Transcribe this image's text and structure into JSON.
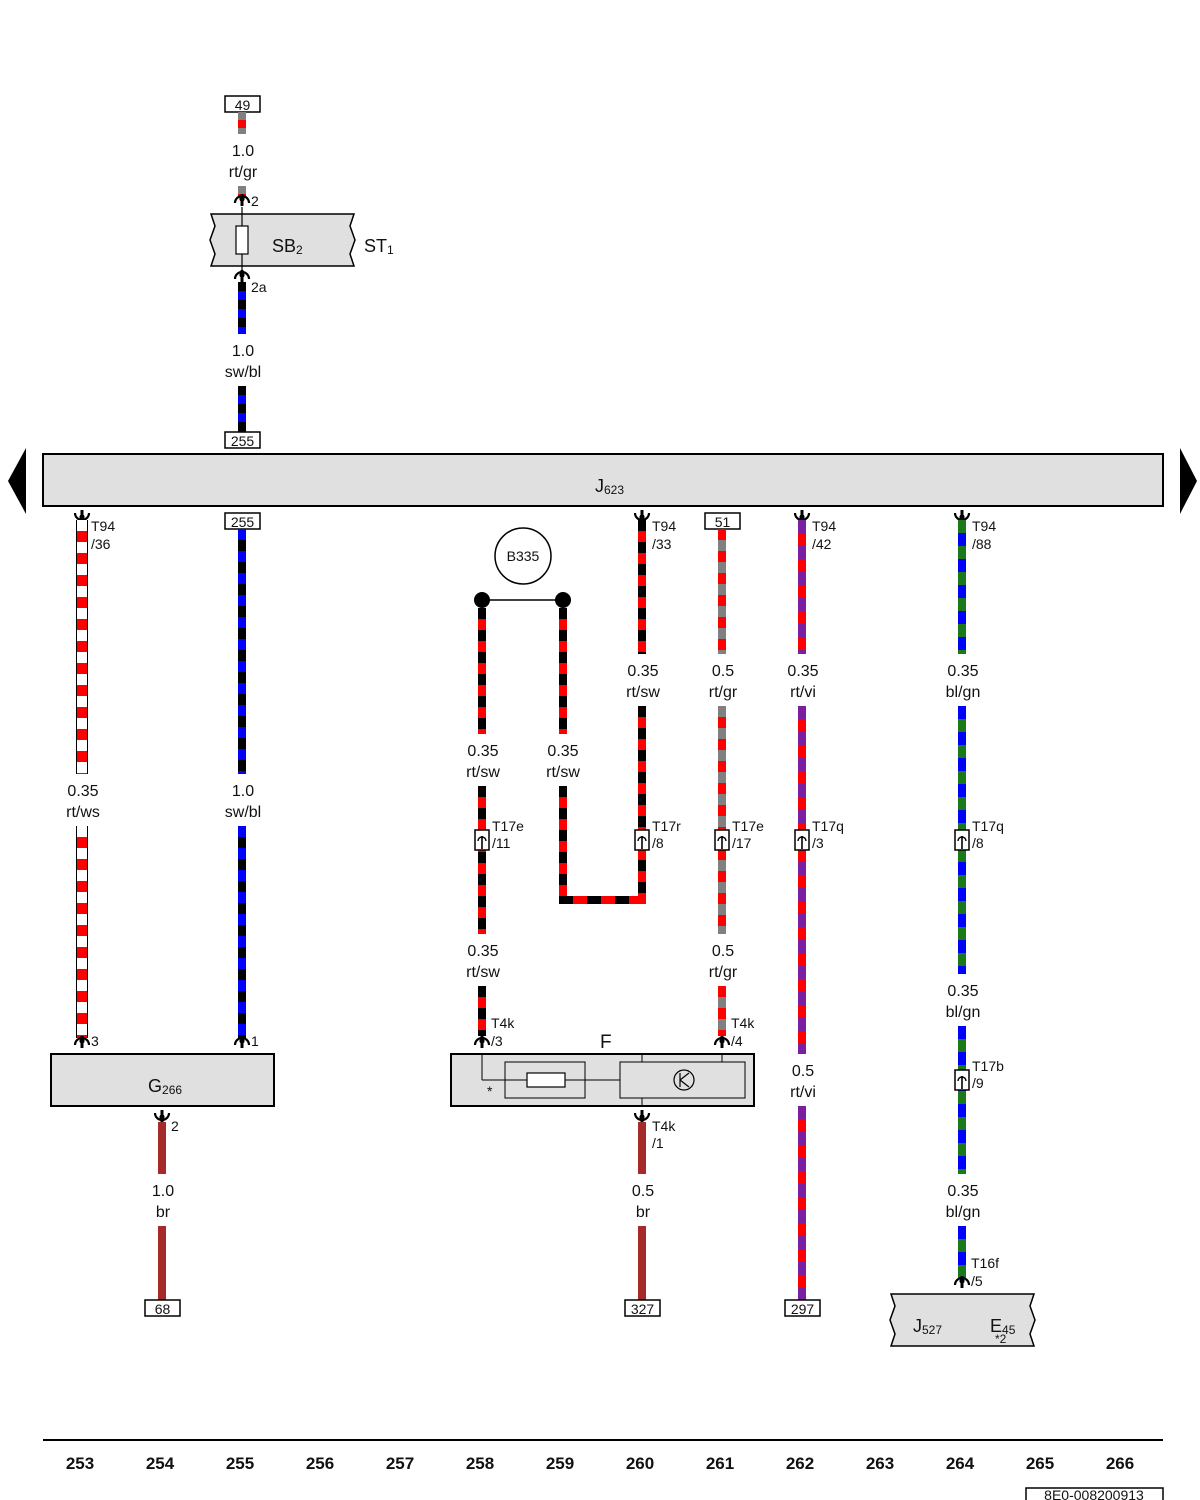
{
  "colors": {
    "rt": "#ff0000",
    "gr": "#808080",
    "sw": "#000000",
    "bl": "#0000ff",
    "ws": "#ffffff",
    "vi": "#7a1fa2",
    "gn": "#1a7a1a",
    "br": "#a52a2a",
    "component_fill": "#e0e0e0"
  },
  "components": {
    "st1": {
      "prefix": "ST",
      "sub": "1"
    },
    "sb2": {
      "prefix": "SB",
      "sub": "2"
    },
    "j623": {
      "prefix": "J",
      "sub": "623"
    },
    "b335": "B335",
    "g266": {
      "prefix": "G",
      "sub": "266"
    },
    "f": "F",
    "f_star": "*",
    "j527": {
      "prefix": "J",
      "sub": "527"
    },
    "e45": {
      "prefix": "E",
      "sub": "45"
    },
    "e45_note": "*2"
  },
  "refs": {
    "r49": "49",
    "r255_top": "255",
    "r255_bottom": "255",
    "r51": "51",
    "r68": "68",
    "r327": "327",
    "r297": "297"
  },
  "pins": {
    "sb2_in": "2",
    "sb2_out": "2a",
    "w1_j623": {
      "a": "T94",
      "b": "/36"
    },
    "w3_j623": {
      "a": "T94",
      "b": "/33"
    },
    "w5_j623": {
      "a": "T94",
      "b": "/42"
    },
    "w6_j623": {
      "a": "T94",
      "b": "/88"
    },
    "g266_3": "3",
    "g266_1": "1",
    "g266_2": "2",
    "t17e_11": {
      "a": "T17e",
      "b": "/11"
    },
    "t17r_8": {
      "a": "T17r",
      "b": "/8"
    },
    "t17e_17": {
      "a": "T17e",
      "b": "/17"
    },
    "t17q_3": {
      "a": "T17q",
      "b": "/3"
    },
    "t17q_8": {
      "a": "T17q",
      "b": "/8"
    },
    "t17b_9": {
      "a": "T17b",
      "b": "/9"
    },
    "t4k_3": {
      "a": "T4k",
      "b": "/3"
    },
    "t4k_4": {
      "a": "T4k",
      "b": "/4"
    },
    "t4k_1": {
      "a": "T4k",
      "b": "/1"
    },
    "t16f_5": {
      "a": "T16f",
      "b": "/5"
    }
  },
  "wires": {
    "a": {
      "size": "1.0",
      "color": "rt/gr"
    },
    "b": {
      "size": "1.0",
      "color": "sw/bl"
    },
    "w1": {
      "size": "0.35",
      "color": "rt/ws"
    },
    "w2": {
      "size": "1.0",
      "color": "sw/bl"
    },
    "w3": {
      "size": "0.35",
      "color": "rt/sw"
    },
    "l1": {
      "size": "0.35",
      "color": "rt/sw"
    },
    "l2": {
      "size": "0.35",
      "color": "rt/sw"
    },
    "l1b": {
      "size": "0.35",
      "color": "rt/sw"
    },
    "w4": {
      "size": "0.5",
      "color": "rt/gr"
    },
    "w4b": {
      "size": "0.5",
      "color": "rt/gr"
    },
    "w5": {
      "size": "0.35",
      "color": "rt/vi"
    },
    "w5b": {
      "size": "0.5",
      "color": "rt/vi"
    },
    "w6": {
      "size": "0.35",
      "color": "bl/gn"
    },
    "w6b": {
      "size": "0.35",
      "color": "bl/gn"
    },
    "w6c": {
      "size": "0.35",
      "color": "bl/gn"
    },
    "gb": {
      "size": "1.0",
      "color": "br"
    },
    "fb": {
      "size": "0.5",
      "color": "br"
    }
  },
  "columns": [
    "253",
    "254",
    "255",
    "256",
    "257",
    "258",
    "259",
    "260",
    "261",
    "262",
    "263",
    "264",
    "265",
    "266"
  ],
  "doc_code": "8E0-008200913"
}
